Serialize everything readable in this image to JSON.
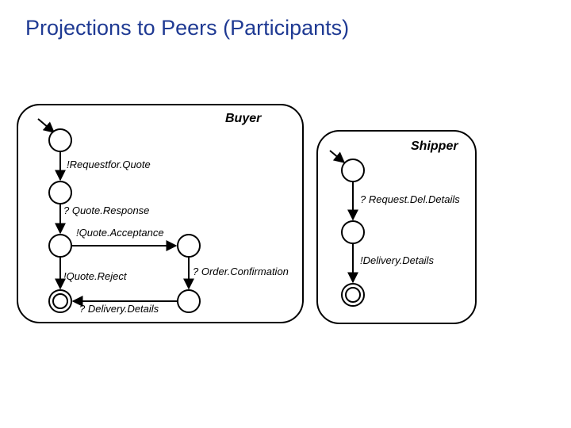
{
  "title": "Projections to Peers (Participants)",
  "peers": {
    "buyer": {
      "name": "Buyer",
      "transitions": {
        "request_for_quote": "!Requestfor.Quote",
        "quote_response": "? Quote.Response",
        "quote_acceptance": "!Quote.Acceptance",
        "quote_reject": "!Quote.Reject",
        "order_confirmation": "? Order.Confirmation",
        "delivery_details": "? Delivery.Details"
      }
    },
    "shipper": {
      "name": "Shipper",
      "transitions": {
        "request_del_details": "? Request.Del.Details",
        "delivery_details": "!Delivery.Details"
      }
    }
  },
  "colors": {
    "title": "#1f3a93",
    "stroke": "#000000"
  }
}
